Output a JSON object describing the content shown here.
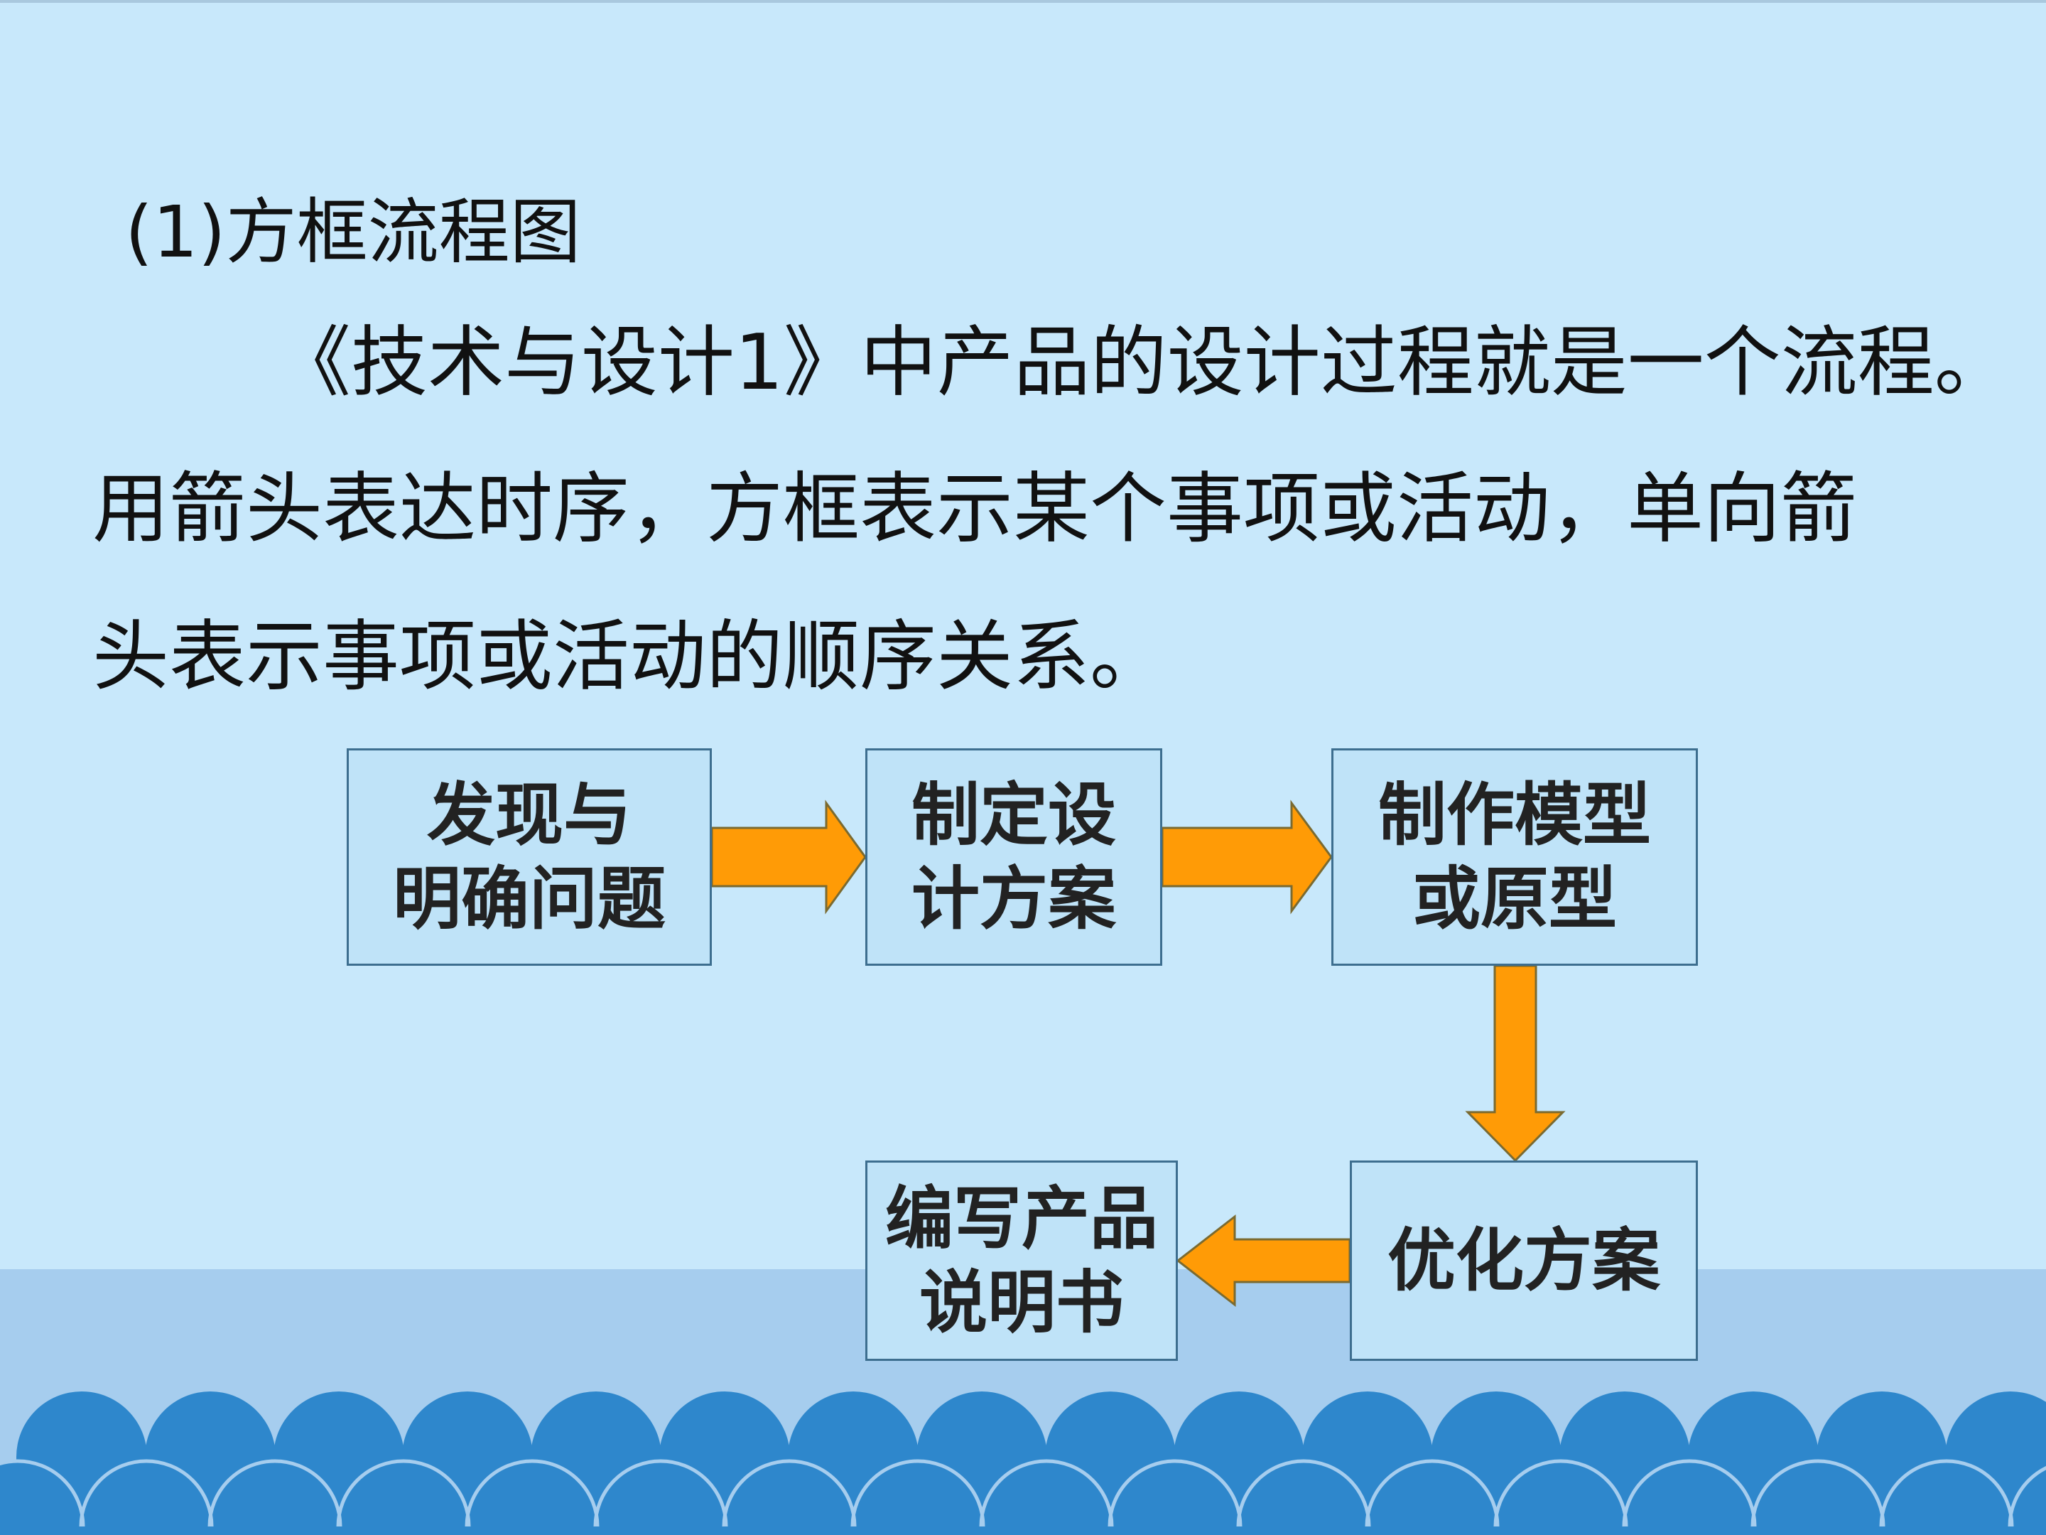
{
  "heading": "(1)方框流程图",
  "paragraph": {
    "line1": "《技术与设计1》中产品的设计过程就是一个流程。",
    "line2": "用箭头表达时序，方框表示某个事项或活动，单向箭",
    "line3": "头表示事项或活动的顺序关系。"
  },
  "flowchart": {
    "nodes": [
      "发现与\n明确问题",
      "制定设\n计方案",
      "制作模型\n或原型",
      "优化方案",
      "编写产品\n说明书"
    ]
  },
  "colors": {
    "background": "#c8e8fb",
    "box_fill": "#bfe3f8",
    "box_border": "#3d6e8f",
    "arrow_fill": "#ff9b06",
    "arrow_border": "#7a6a30",
    "wave_dark": "#2e87cc",
    "wave_band": "#a6cdee"
  }
}
